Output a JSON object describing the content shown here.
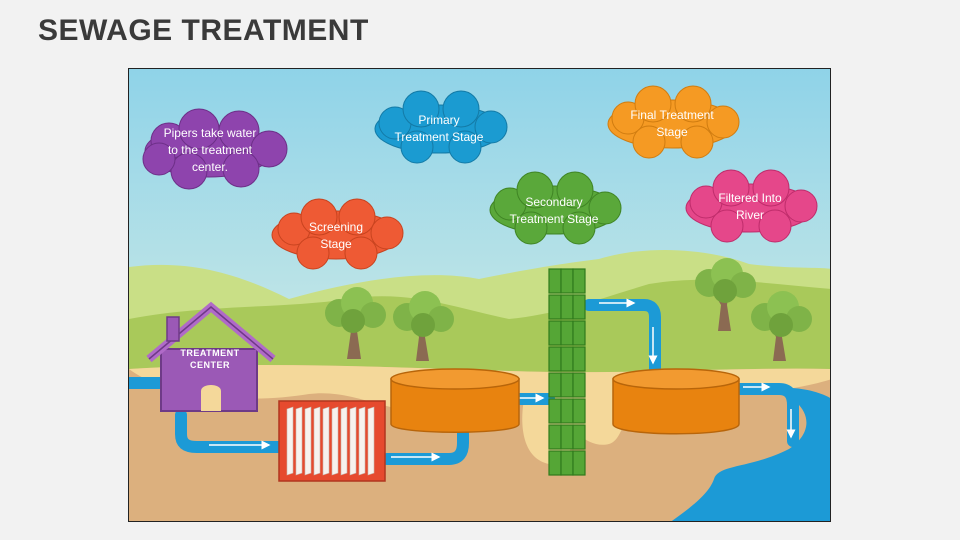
{
  "title": "SEWAGE TREATMENT",
  "house_label": "TREATMENT\nCENTER",
  "clouds": {
    "pipes": {
      "label": "Pipers take water\nto the treatment\ncenter.",
      "color": "#8e44ad"
    },
    "screening": {
      "label": "Screening\nStage",
      "color": "#ee5a34"
    },
    "primary": {
      "label": "Primary\nTreatment Stage",
      "color": "#1b9bd1"
    },
    "secondary": {
      "label": "Secondary\nTreatment Stage",
      "color": "#5aa83a"
    },
    "final": {
      "label": "Final Treatment\nStage",
      "color": "#f59a23"
    },
    "filtered": {
      "label": "Filtered Into\nRiver",
      "color": "#e5478a"
    }
  },
  "colors": {
    "sky": "#bfe6f0",
    "hill": "#b9d468",
    "soil": "#dcb07e",
    "sand": "#f4d89a",
    "water": "#1c9ad6",
    "tank": "#e8830f",
    "filter": "#e64a2e",
    "column": "#55a636"
  }
}
